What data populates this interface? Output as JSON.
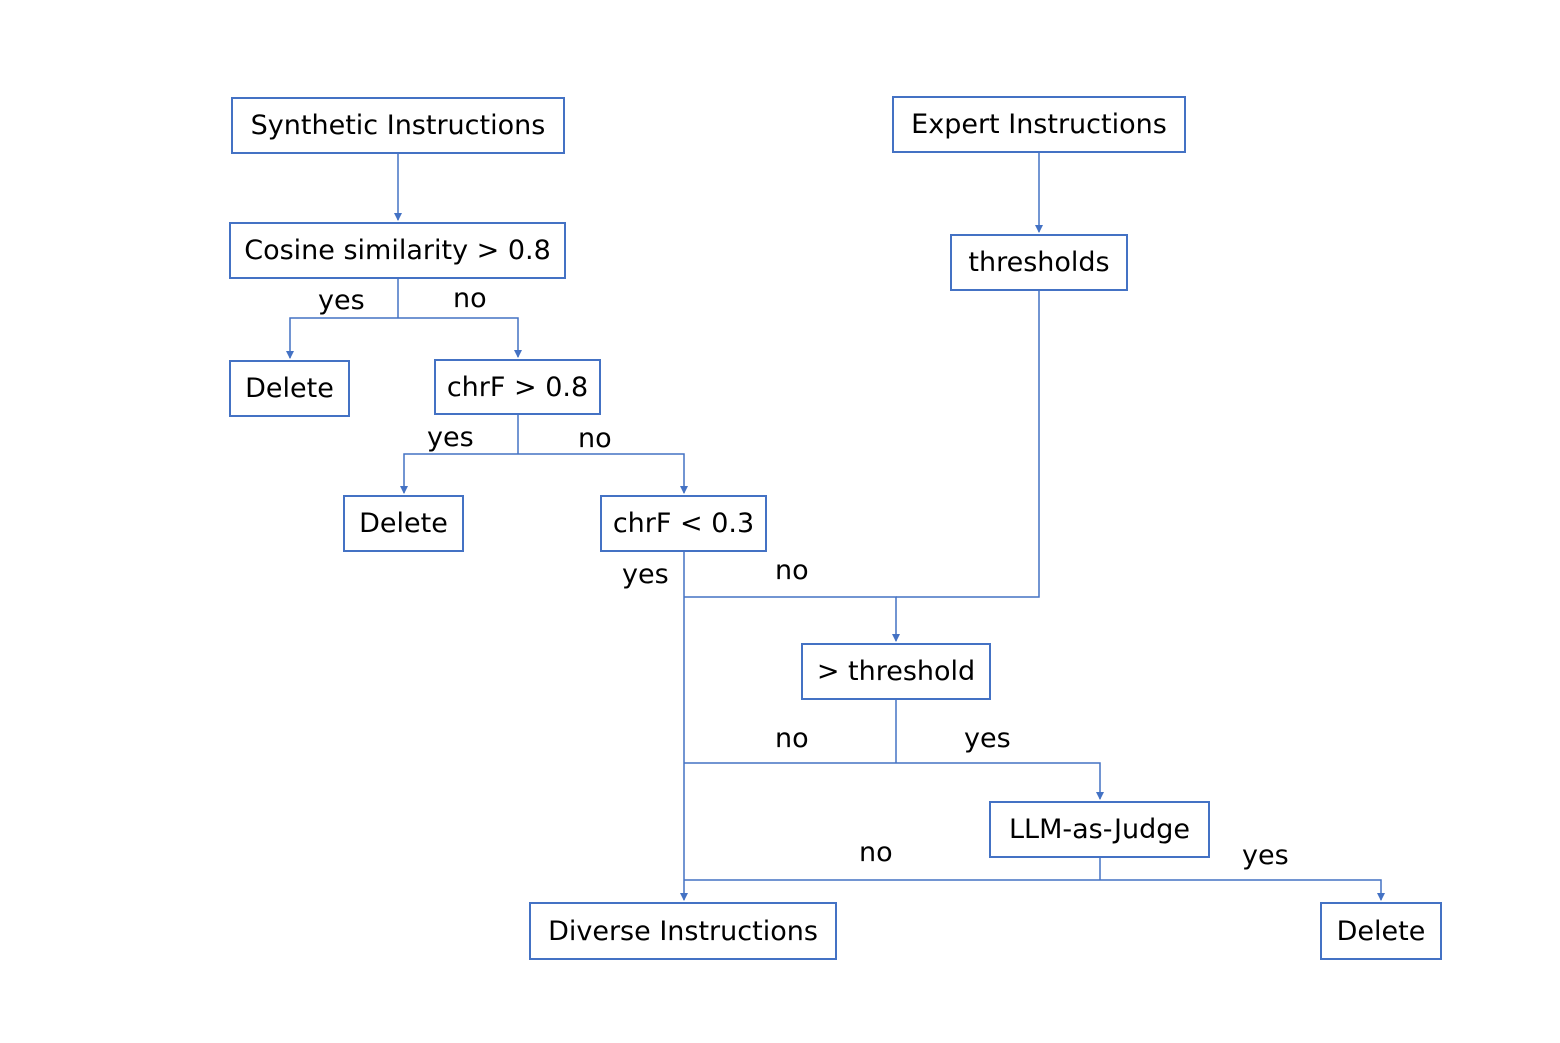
{
  "colors": {
    "line": "#4472c4",
    "box_border": "#4472c4",
    "text": "#000000"
  },
  "nodes": {
    "synthetic": "Synthetic Instructions",
    "expert": "Expert Instructions",
    "cosine": "Cosine similarity > 0.8",
    "thresholds": "thresholds",
    "delete1": "Delete",
    "chrf_hi": "chrF > 0.8",
    "delete2": "Delete",
    "chrf_lo": "chrF < 0.3",
    "gt_threshold": "> threshold",
    "llm_judge": "LLM-as-Judge",
    "diverse": "Diverse Instructions",
    "delete3": "Delete"
  },
  "edges": {
    "cosine_yes": "yes",
    "cosine_no": "no",
    "chrf_hi_yes": "yes",
    "chrf_hi_no": "no",
    "chrf_lo_yes": "yes",
    "chrf_lo_no": "no",
    "threshold_no": "no",
    "threshold_yes": "yes",
    "judge_no": "no",
    "judge_yes": "yes"
  }
}
